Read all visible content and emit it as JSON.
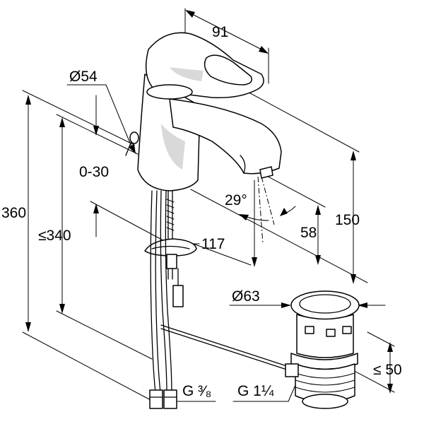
{
  "drawing": {
    "dimensions": {
      "width_91": "91",
      "dia_54": "Ø54",
      "range_0_30": "0-30",
      "height_360": "360",
      "height_340": "≤340",
      "angle_29": "29°",
      "len_117": "117",
      "height_58": "58",
      "height_150": "150",
      "dia_63": "Ø63",
      "height_50": "≤ 50"
    },
    "threads": {
      "hose_thread": "G ³⁄₈",
      "waste_thread": "G 1¼"
    }
  }
}
